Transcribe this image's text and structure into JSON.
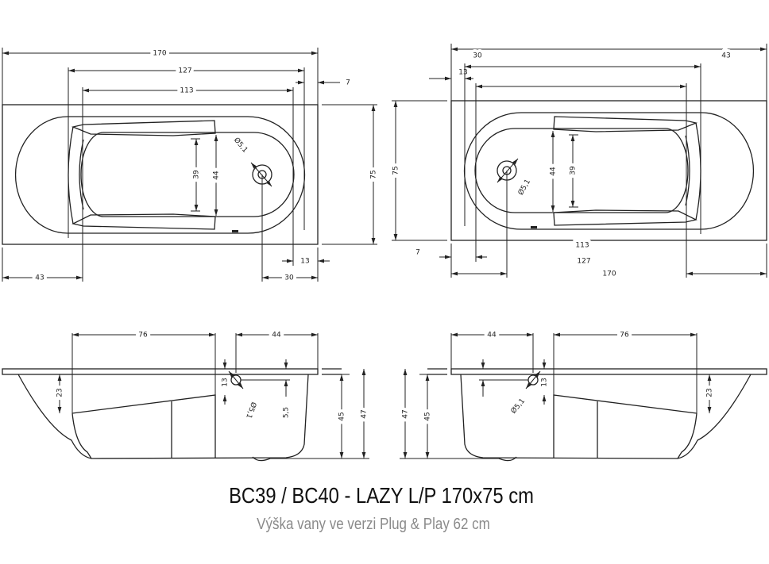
{
  "plan_left": {
    "d170": "170",
    "d127": "127",
    "d113": "113",
    "d7": "7",
    "d75": "75",
    "d39": "39",
    "d44": "44",
    "d43": "43",
    "d13": "13",
    "d30": "30",
    "drain": "Ø5,1"
  },
  "plan_right": {
    "d30": "30",
    "d43": "43",
    "d13": "13",
    "d75": "75",
    "d44": "44",
    "d39": "39",
    "d113": "113",
    "d127": "127",
    "d170": "170",
    "d7": "7",
    "drain": "Ø5,1"
  },
  "side_left": {
    "d76": "76",
    "d44": "44",
    "d23": "23",
    "d13": "13",
    "d5_5": "5,5",
    "d45": "45",
    "d47": "47",
    "drain": "Ø5,1"
  },
  "side_right": {
    "d44": "44",
    "d76": "76",
    "d47": "47",
    "d45": "45",
    "d13": "13",
    "d23": "23",
    "drain": "Ø5,1"
  },
  "title": "BC39 / BC40 - LAZY L/P 170x75 cm",
  "subtitle": "Výška vany ve verzi Plug & Play 62 cm"
}
